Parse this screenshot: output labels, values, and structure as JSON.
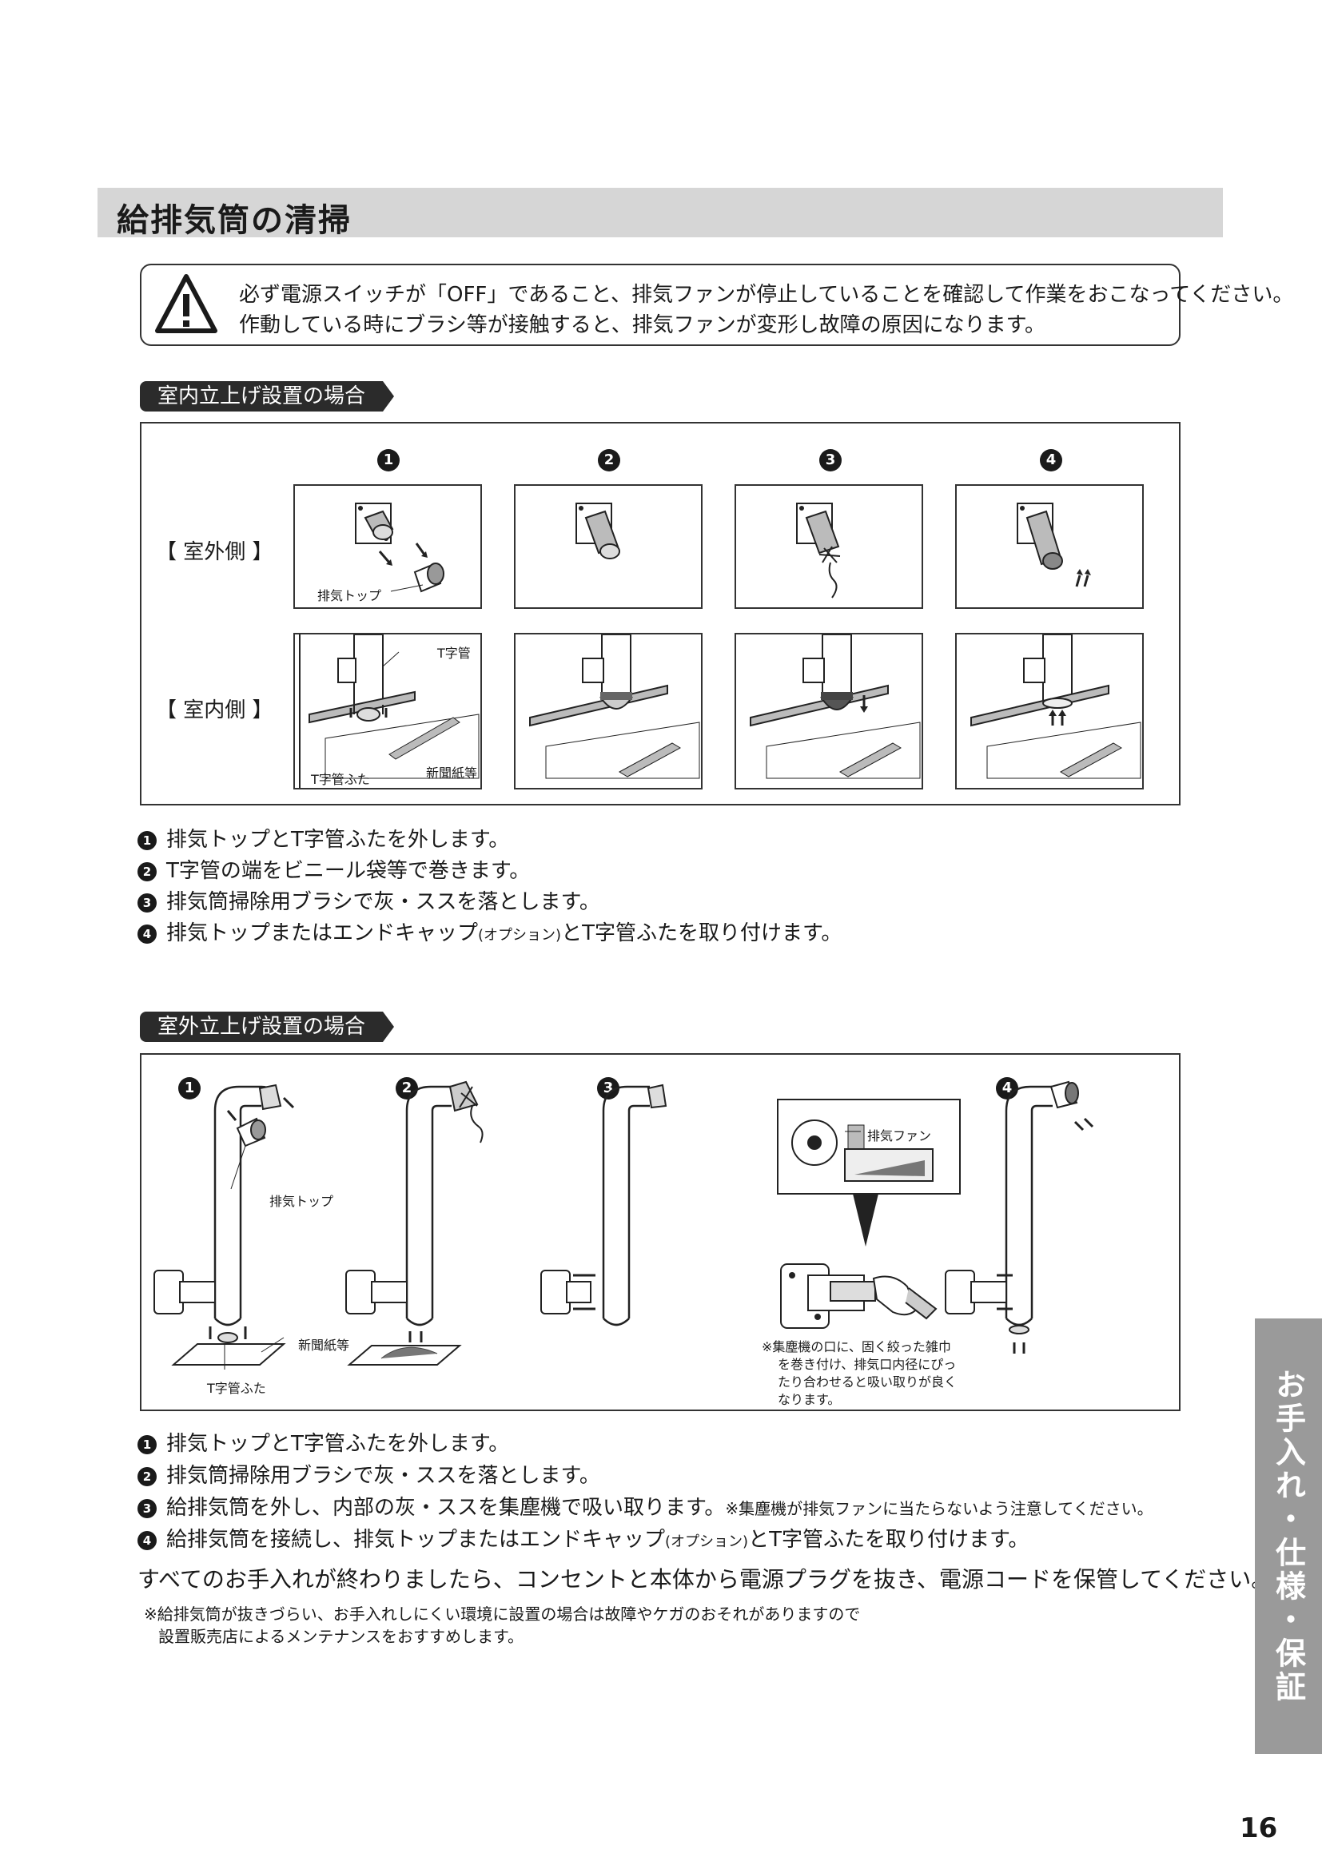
{
  "title": "給排気筒の清掃",
  "warning": {
    "line1": "必ず電源スイッチが「OFF」であること、排気ファンが停止していることを確認して作業をおこなってください。",
    "line2": "作動している時にブラシ等が接触すると、排気ファンが変形し故障の原因になります。"
  },
  "indoor": {
    "label": "室内立上げ設置の場合",
    "step_numbers": [
      "1",
      "2",
      "3",
      "4"
    ],
    "row_outdoor": "【 室外側 】",
    "row_indoor": "【 室内側 】",
    "callouts": {
      "exhaust_top": "排気トップ",
      "t_pipe": "T字管",
      "t_pipe_cap": "T字管ふた",
      "newspaper": "新聞紙等"
    },
    "steps": [
      {
        "num": "1",
        "text": "排気トップとT字管ふたを外します。"
      },
      {
        "num": "2",
        "text": "T字管の端をビニール袋等で巻きます。"
      },
      {
        "num": "3",
        "text": "排気筒掃除用ブラシで灰・ススを落とします。"
      },
      {
        "num": "4",
        "text_a": "排気トップまたはエンドキャップ",
        "text_small": "(オプション)",
        "text_b": "とT字管ふたを取り付けます。"
      }
    ]
  },
  "outdoor": {
    "label": "室外立上げ設置の場合",
    "step_numbers": [
      "1",
      "2",
      "3",
      "4"
    ],
    "callouts": {
      "exhaust_top": "排気トップ",
      "newspaper": "新聞紙等",
      "t_pipe_cap": "T字管ふた",
      "exhaust_fan": "排気ファン"
    },
    "note_lines": [
      "※集塵機の口に、固く絞った雑巾",
      "を巻き付け、排気口内径にぴっ",
      "たり合わせると吸い取りが良く",
      "なります。"
    ],
    "steps": [
      {
        "num": "1",
        "text": "排気トップとT字管ふたを外します。"
      },
      {
        "num": "2",
        "text": "排気筒掃除用ブラシで灰・ススを落とします。"
      },
      {
        "num": "3",
        "text": "給排気筒を外し、内部の灰・ススを集塵機で吸い取ります。",
        "note": "※集塵機が排気ファンに当たらないよう注意してください。"
      },
      {
        "num": "4",
        "text_a": "給排気筒を接続し、排気トップまたはエンドキャップ",
        "text_small": "(オプション)",
        "text_b": "とT字管ふたを取り付けます。"
      }
    ]
  },
  "final_text": "すべてのお手入れが終わりましたら、コンセントと本体から電源プラグを抜き、電源コードを保管してください。",
  "footnote": {
    "line1": "※給排気筒が抜きづらい、お手入れしにくい環境に設置の場合は故障やケガのおそれがありますので",
    "line2": "設置販売店によるメンテナンスをおすすめします。"
  },
  "side_tab": "お手入れ・仕様・保証",
  "page_number": "16",
  "colors": {
    "header_bg": "#d6d6d6",
    "label_bg": "#2b2b2b",
    "side_tab_bg": "#9a9a9a"
  }
}
